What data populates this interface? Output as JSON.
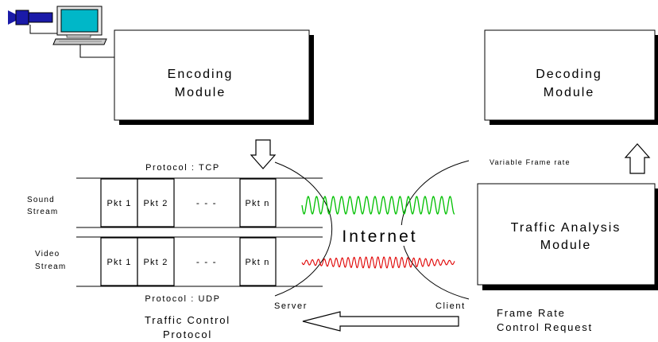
{
  "encoding_module": {
    "line1": "Encoding",
    "line2": "Module"
  },
  "decoding_module": {
    "line1": "Decoding",
    "line2": "Module"
  },
  "traffic_analysis_module": {
    "line1": "Traffic Analysis",
    "line2": "Module"
  },
  "protocol_tcp": "Protocol : TCP",
  "protocol_udp": "Protocol : UDP",
  "sound_stream": {
    "line1": "Sound",
    "line2": "Stream"
  },
  "video_stream": {
    "line1": "Video",
    "line2": "Stream"
  },
  "sound_packets": [
    "Pkt 1",
    "Pkt 2",
    "- - -",
    "Pkt n"
  ],
  "video_packets": [
    "Pkt 1",
    "Pkt 2",
    "- - -",
    "Pkt n"
  ],
  "internet_label": "Internet",
  "server_label": "Server",
  "client_label": "Client",
  "variable_frame_rate": "Variable Frame rate",
  "frame_rate_request": {
    "line1": "Frame Rate",
    "line2": "Control Request"
  },
  "traffic_control_protocol": {
    "line1": "Traffic Control",
    "line2": "Protocol"
  },
  "icons": {
    "camera": "video-camera-icon",
    "computer": "computer-icon"
  },
  "colors": {
    "sound_wave": "#00c000",
    "video_wave": "#e00000",
    "camera": "#1a1aa8",
    "screen": "#00b7c8",
    "stroke": "#000000"
  }
}
